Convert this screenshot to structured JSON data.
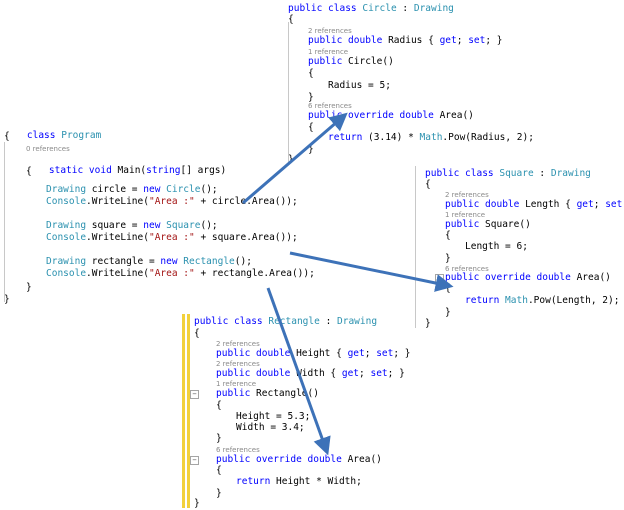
{
  "colors": {
    "keyword": "#0000ff",
    "type": "#2b91af",
    "string": "#a31515",
    "arrow": "#3d72b8",
    "change_bar": "#f2d13b"
  },
  "program": {
    "l0": [
      "",
      "class ",
      "Program",
      ""
    ],
    "l1": "{",
    "ref_main": "0 references",
    "l2": [
      "",
      "static void ",
      "Main(string[] args)",
      ""
    ],
    "l3": "{",
    "l4": [
      "Drawing",
      " circle = ",
      "new ",
      "Circle",
      "();"
    ],
    "l5": [
      "Console",
      ".WriteLine(",
      "\"Area :\"",
      " + circle.Area());"
    ],
    "l6": [
      "Drawing",
      " square = ",
      "new ",
      "Square",
      "();"
    ],
    "l7": [
      "Console",
      ".WriteLine(",
      "\"Area :\"",
      " + square.Area());"
    ],
    "l8": [
      "Drawing",
      " rectangle = ",
      "new ",
      "Rectangle",
      "();"
    ],
    "l9": [
      "Console",
      ".WriteLine(",
      "\"Area :\"",
      " + rectangle.Area());"
    ],
    "l10": "}",
    "l11": "}"
  },
  "circle": {
    "l0": [
      "public class ",
      "Circle",
      " : ",
      "Drawing"
    ],
    "l1": "{",
    "r1": "2 references",
    "l2": [
      "public double ",
      "Radius { ",
      "get",
      "; ",
      "set",
      "; }"
    ],
    "r2": "1 reference",
    "l3": [
      "public ",
      "Circle()"
    ],
    "l4": "{",
    "l5": "Radius = 5;",
    "l6": "}",
    "r3": "6 references",
    "l7": [
      "public override double ",
      "Area()"
    ],
    "l8": "{",
    "l9": [
      "return ",
      "(3.14) * ",
      "Math",
      ".Pow(Radius, 2);"
    ],
    "l10": "}",
    "l11": "}"
  },
  "square": {
    "l0": [
      "public class ",
      "Square",
      " : ",
      "Drawing"
    ],
    "l1": "{",
    "r1": "2 references",
    "l2": [
      "public double ",
      "Length { ",
      "get",
      "; ",
      "set",
      "; }"
    ],
    "r2": "1 reference",
    "l3": [
      "public ",
      "Square()"
    ],
    "l4": "{",
    "l5": "Length = 6;",
    "l6": "}",
    "r3": "6 references",
    "l7": [
      "public override double ",
      "Area()"
    ],
    "l8": "{",
    "l9": [
      "return ",
      "Math",
      ".Pow(Length, 2);"
    ],
    "l10": "}",
    "l11": "}"
  },
  "rectangle": {
    "l0": [
      "public class ",
      "Rectangle",
      " : ",
      "Drawing"
    ],
    "l1": "{",
    "r1": "2 references",
    "l2": [
      "public double ",
      "Height { ",
      "get",
      "; ",
      "set",
      "; }"
    ],
    "r2": "2 references",
    "l3": [
      "public double ",
      "Width { ",
      "get",
      "; ",
      "set",
      "; }"
    ],
    "r3": "1 reference",
    "l4": [
      "public ",
      "Rectangle()"
    ],
    "l5": "{",
    "l6": "Height = 5.3;",
    "l7": "Width = 3.4;",
    "l8": "}",
    "r4": "6 references",
    "l9": [
      "public override double ",
      "Area()"
    ],
    "l10": "{",
    "l11": [
      "return ",
      "Height * Width;"
    ],
    "l12": "}",
    "l13": "}"
  }
}
